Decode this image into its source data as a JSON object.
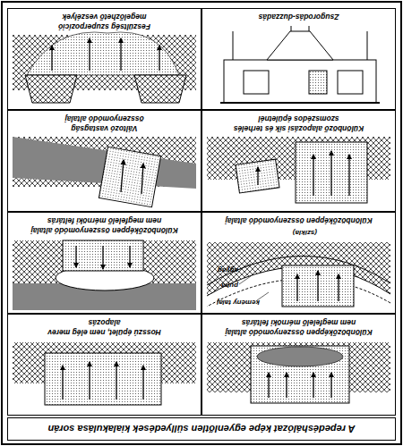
{
  "diagram": {
    "title": "A repedéshálózat képe egyenlőtlen süllyedések kialakulása során",
    "nodes": [
      {
        "text": [
          "Különbözőképpen összenyomódó altalaj",
          "nem megfelelő mérnöki feltárás"
        ]
      },
      {
        "text": [
          "Hosszú épület, nem elég merev",
          "alapozás"
        ]
      },
      {
        "text": [
          "Különbözőképpen összenyomódó altalaj"
        ]
      },
      {
        "text": [
          "Különbözőképpen összenyomódó altalaj",
          "nem megfelelő mérnöki feltárás"
        ]
      },
      {
        "text": [
          "Különböző alapozási sík és terhelés",
          "szomszédos épületnél"
        ]
      },
      {
        "text": [
          "Változó vastagság",
          "összenyomódó altalaj"
        ]
      },
      {
        "text": [
          "Zsugorodás-duzzadás"
        ]
      },
      {
        "text": [
          "Feszültség szuperpozíció",
          "megelőzhető veszélyek"
        ]
      }
    ],
    "labels": [
      "(szikla)",
      "kemény talaj",
      "puha",
      "agyag"
    ]
  }
}
